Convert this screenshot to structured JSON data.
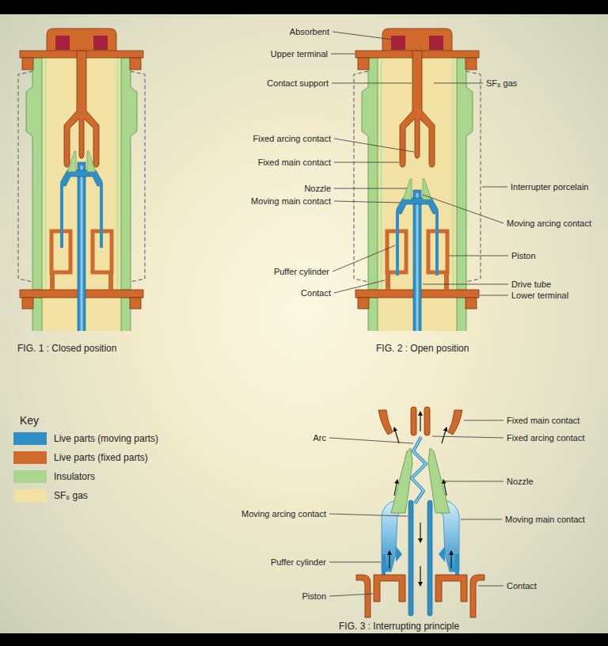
{
  "diagram": {
    "labels": [
      "Absorbent",
      "Upper terminal",
      "Contact support",
      "SF₆ gas",
      "Fixed arcing contact",
      "Fixed main contact",
      "Nozzle",
      "Interrupter porcelain",
      "Moving main contact",
      "Moving arcing contact",
      "Piston",
      "Puffer cylinder",
      "Drive tube",
      "Contact",
      "Lower terminal",
      "FIG. 1 : Closed position",
      "FIG. 2 : Open position",
      "Key",
      "Fixed main contact",
      "Arc",
      "Fixed arcing contact",
      "Nozzle",
      "Moving arcing contact",
      "Moving main contact",
      "Puffer cylinder",
      "Piston",
      "Contact",
      "FIG. 3 : Interrupting principle"
    ],
    "legend": [
      {
        "text": "Live parts (moving parts)",
        "color": "#2f8fc6"
      },
      {
        "text": "Live parts (fixed parts)",
        "color": "#d06a2c"
      },
      {
        "text": "Insulators",
        "color": "#a9d78d"
      },
      {
        "text": "SF₆ gas",
        "color": "#f1e2a4"
      }
    ]
  }
}
